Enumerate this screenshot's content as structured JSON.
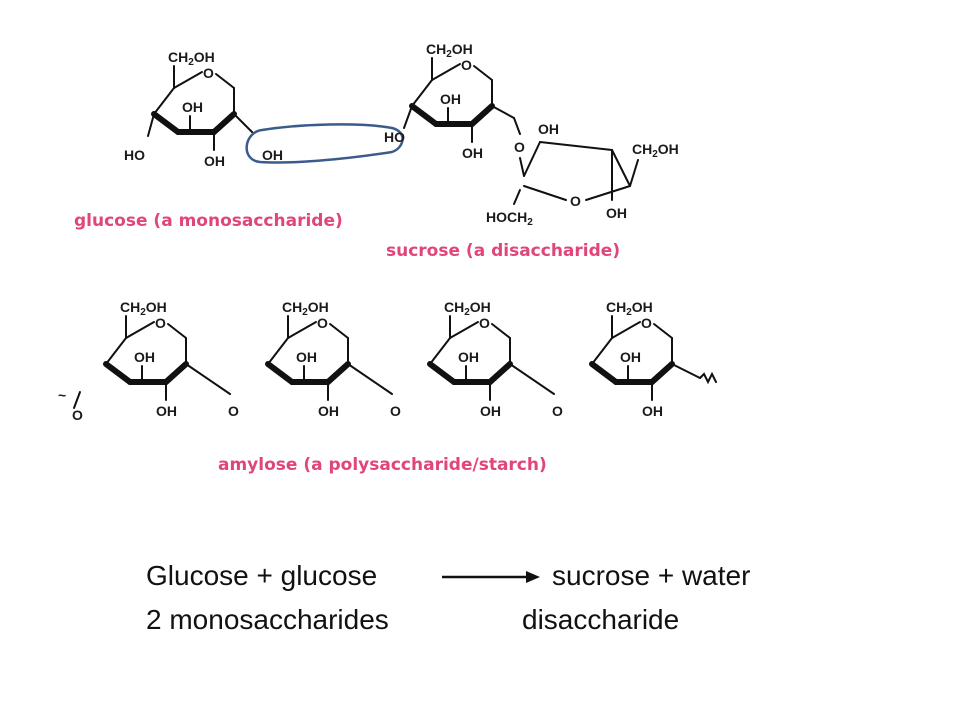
{
  "captions": {
    "glucose": "glucose (a monosaccharide)",
    "sucrose": "sucrose (a disaccharide)",
    "amylose": "amylose (a polysaccharide/starch)",
    "color": "#e0457b"
  },
  "highlight_color": "#3b5b8c",
  "equation": {
    "line1_left": "Glucose + glucose",
    "line1_right": "sucrose  +  water",
    "line2_left": "2 monosaccharides",
    "line2_right": "disaccharide"
  }
}
